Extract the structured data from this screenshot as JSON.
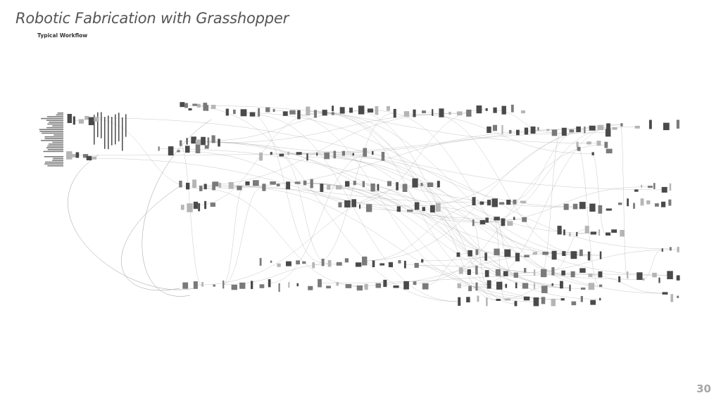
{
  "slide": {
    "title": "Robotic Fabrication with Grasshopper",
    "subtitle": "Typical Workflow",
    "page_number": "30"
  },
  "diagram": {
    "description_colors": {
      "wire": "#9a9a9a",
      "node_dark": "#4a4a4a",
      "node_mid": "#7a7a7a",
      "node_light": "#b5b5b5"
    }
  }
}
